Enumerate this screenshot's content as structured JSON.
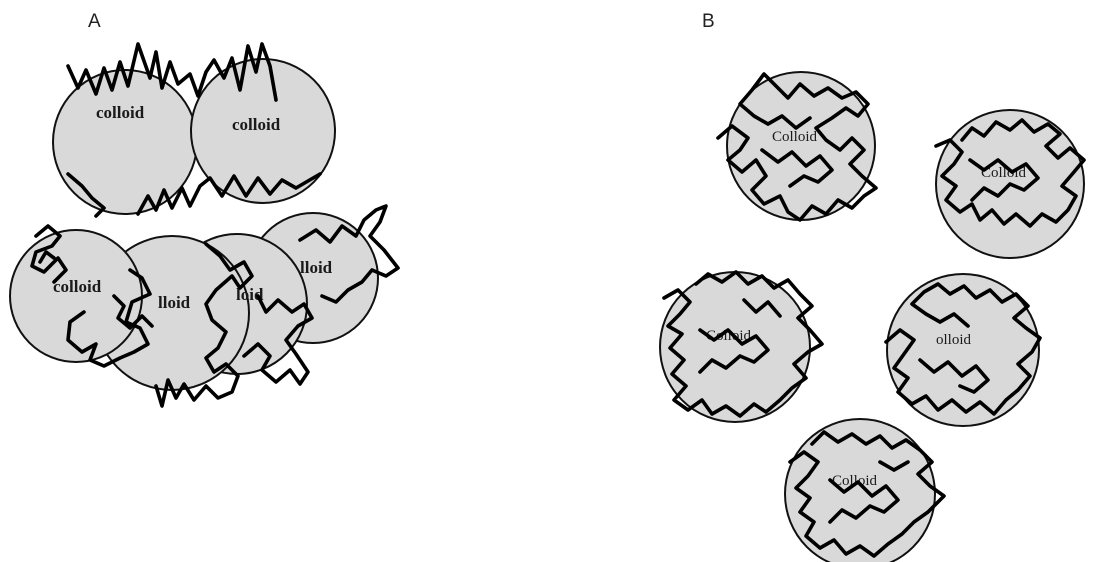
{
  "panels": {
    "a": {
      "label": "A"
    },
    "b": {
      "label": "B"
    }
  },
  "particles_a": {
    "p1": "colloid",
    "p2": "colloid",
    "p3": "colloid",
    "p4": "lloid",
    "p5": "loid",
    "p6": "lloid"
  },
  "particles_b": {
    "p1": "Colloid",
    "p2": "Colloid",
    "p3": "Colloid",
    "p4": "olloid",
    "p5": "Colloid"
  },
  "colors": {
    "particle_fill": "#d9d9d9",
    "outline": "#111111",
    "polymer_chain": "#000000"
  }
}
